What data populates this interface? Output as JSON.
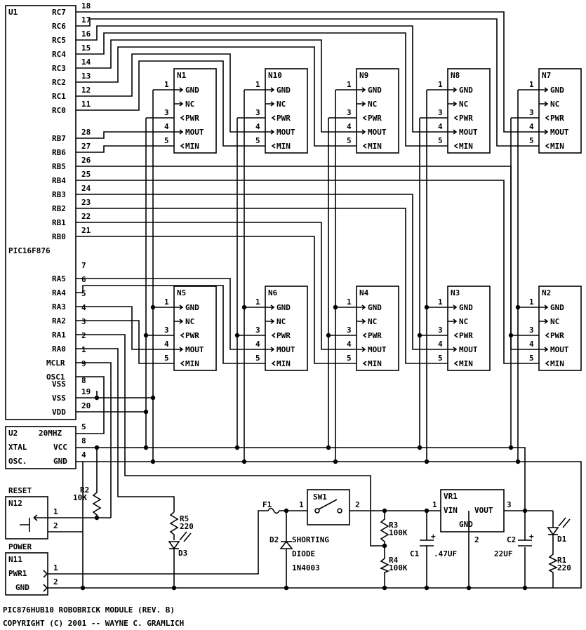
{
  "u1": {
    "ref": "U1",
    "part": "PIC16F876",
    "pins": [
      {
        "name": "RC7",
        "num": "18"
      },
      {
        "name": "RC6",
        "num": "17"
      },
      {
        "name": "RC5",
        "num": "16"
      },
      {
        "name": "RC4",
        "num": "15"
      },
      {
        "name": "RC3",
        "num": "14"
      },
      {
        "name": "RC2",
        "num": "13"
      },
      {
        "name": "RC1",
        "num": "12"
      },
      {
        "name": "RC0",
        "num": "11"
      },
      {
        "name": "RB7",
        "num": "28"
      },
      {
        "name": "RB6",
        "num": "27"
      },
      {
        "name": "RB5",
        "num": "26"
      },
      {
        "name": "RB4",
        "num": "25"
      },
      {
        "name": "RB3",
        "num": "24"
      },
      {
        "name": "RB2",
        "num": "23"
      },
      {
        "name": "RB1",
        "num": "22"
      },
      {
        "name": "RB0",
        "num": "21"
      },
      {
        "name": "RA5",
        "num": "7"
      },
      {
        "name": "RA4",
        "num": "6"
      },
      {
        "name": "RA3",
        "num": "5"
      },
      {
        "name": "RA2",
        "num": "4"
      },
      {
        "name": "RA1",
        "num": "3"
      },
      {
        "name": "RA0",
        "num": "2"
      },
      {
        "name": "MCLR",
        "num": "1"
      },
      {
        "name": "OSC1",
        "num": "9"
      },
      {
        "name": "VSS",
        "num": "8"
      },
      {
        "name": "VSS",
        "num": "19"
      },
      {
        "name": "VDD",
        "num": "20"
      }
    ]
  },
  "u2": {
    "ref": "U2",
    "value": "20MHZ",
    "line2_left": "XTAL",
    "line2_right": "VCC",
    "line3_left": "OSC.",
    "line3_right": "GND",
    "pins": [
      "5",
      "8",
      "4"
    ]
  },
  "connectors": [
    {
      "ref": "N1"
    },
    {
      "ref": "N10"
    },
    {
      "ref": "N9"
    },
    {
      "ref": "N8"
    },
    {
      "ref": "N7"
    },
    {
      "ref": "N5"
    },
    {
      "ref": "N6"
    },
    {
      "ref": "N4"
    },
    {
      "ref": "N3"
    },
    {
      "ref": "N2"
    }
  ],
  "connector_pins": [
    {
      "num": "1",
      "name": "GND"
    },
    {
      "num": "",
      "name": "NC"
    },
    {
      "num": "3",
      "name": "PWR"
    },
    {
      "num": "4",
      "name": "MOUT"
    },
    {
      "num": "5",
      "name": "MIN"
    }
  ],
  "reset": {
    "title": "RESET",
    "ref": "N12",
    "pin1": "1",
    "pin2": "2"
  },
  "power": {
    "title": "POWER",
    "ref": "N11",
    "pin_label": "PWR1",
    "gnd_label": "GND",
    "pin1": "1",
    "pin2": "2"
  },
  "r2": {
    "ref": "R2",
    "value": "10K"
  },
  "r5": {
    "ref": "R5",
    "value": "220"
  },
  "d3": {
    "ref": "D3"
  },
  "f1": {
    "ref": "F1"
  },
  "d2": {
    "ref": "D2",
    "desc1": "SHORTING",
    "desc2": "DIODE",
    "part": "1N4003"
  },
  "sw1": {
    "ref": "SW1",
    "pin1": "1",
    "pin2": "2"
  },
  "r3": {
    "ref": "R3",
    "value": "100K"
  },
  "r4": {
    "ref": "R4",
    "value": "100K"
  },
  "c1": {
    "ref": "C1",
    "value": ".47UF",
    "plus": "+"
  },
  "vr1": {
    "ref": "VR1",
    "vin": "VIN",
    "vout": "VOUT",
    "gnd": "GND",
    "pin1": "1",
    "pin2": "2",
    "pin3": "3"
  },
  "c2": {
    "ref": "C2",
    "value": "22UF",
    "plus": "+"
  },
  "d1": {
    "ref": "D1"
  },
  "r1": {
    "ref": "R1",
    "value": "220"
  },
  "footer": {
    "line1": "PIC876HUB10 ROBOBRICK MODULE (REV. B)",
    "line2": "COPYRIGHT (C) 2001 -- WAYNE C. GRAMLICH"
  }
}
